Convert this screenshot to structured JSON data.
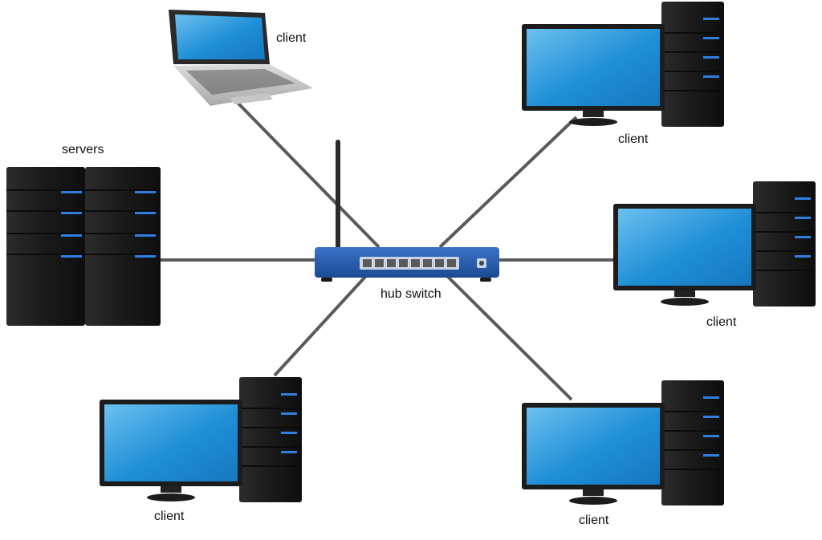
{
  "diagram": {
    "type": "star-network",
    "center": {
      "label": "hub switch",
      "icon": "router-icon"
    },
    "nodes": [
      {
        "id": "laptop-client",
        "label": "client",
        "icon": "laptop-icon"
      },
      {
        "id": "top-right-client",
        "label": "client",
        "icon": "desktop-computer-icon"
      },
      {
        "id": "servers",
        "label": "servers",
        "icon": "server-tower-icon"
      },
      {
        "id": "mid-right-client",
        "label": "client",
        "icon": "desktop-computer-icon"
      },
      {
        "id": "bottom-left-client",
        "label": "client",
        "icon": "desktop-computer-icon"
      },
      {
        "id": "bottom-right-client",
        "label": "client",
        "icon": "desktop-computer-icon"
      }
    ],
    "links": [
      {
        "from": "hub-switch",
        "to": "laptop-client"
      },
      {
        "from": "hub-switch",
        "to": "top-right-client"
      },
      {
        "from": "hub-switch",
        "to": "servers"
      },
      {
        "from": "hub-switch",
        "to": "mid-right-client"
      },
      {
        "from": "hub-switch",
        "to": "bottom-left-client"
      },
      {
        "from": "hub-switch",
        "to": "bottom-right-client"
      }
    ]
  },
  "colors": {
    "cable": "#5a5a5a",
    "screen": "#1e8fd6",
    "screen_highlight": "#63b8ec",
    "case": "#1b1b1b",
    "led": "#2f7fe0",
    "switch_body": "#2456a8"
  }
}
